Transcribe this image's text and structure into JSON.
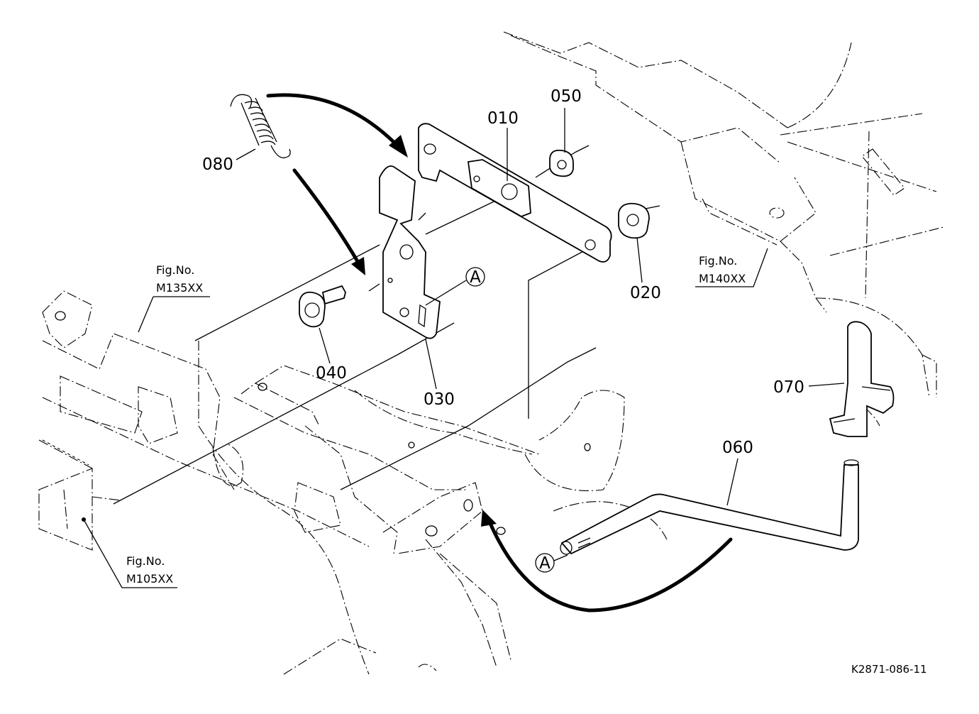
{
  "parts": {
    "p010": "010",
    "p020": "020",
    "p030": "030",
    "p040": "040",
    "p050": "050",
    "p060": "060",
    "p070": "070",
    "p080": "080"
  },
  "callout_a": "A",
  "fig_refs": {
    "m135": {
      "line1": "Fig.No.",
      "line2": "M135XX"
    },
    "m140": {
      "line1": "Fig.No.",
      "line2": "M140XX"
    },
    "m105": {
      "line1": "Fig.No.",
      "line2": "M105XX"
    }
  },
  "drawing_code": "K2871-086-11"
}
